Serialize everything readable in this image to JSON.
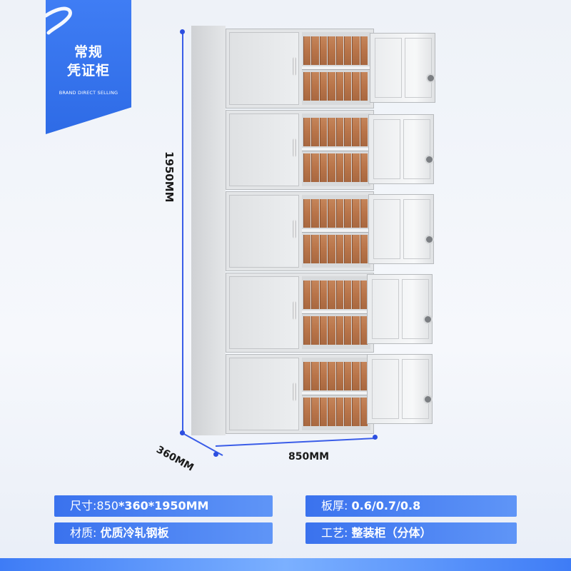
{
  "badge": {
    "line1": "常规",
    "line2": "凭证柜",
    "subtitle": "BRAND DIRECT SELLING"
  },
  "dimensions": {
    "height": "1950MM",
    "depth": "360MM",
    "width": "850MM"
  },
  "specs": {
    "size_label": "尺寸:",
    "size_value_a": "850",
    "size_value_b": "*360*1950MM",
    "thickness_label": "板厚:",
    "thickness_value": "0.6/0.7/0.8",
    "material_label": "材质:",
    "material_value": "优质冷轧钢板",
    "craft_label": "工艺:",
    "craft_value": "整装柜（分体）"
  },
  "colors": {
    "accent": "#3a72ee",
    "dimension_line": "#3a5de8"
  }
}
